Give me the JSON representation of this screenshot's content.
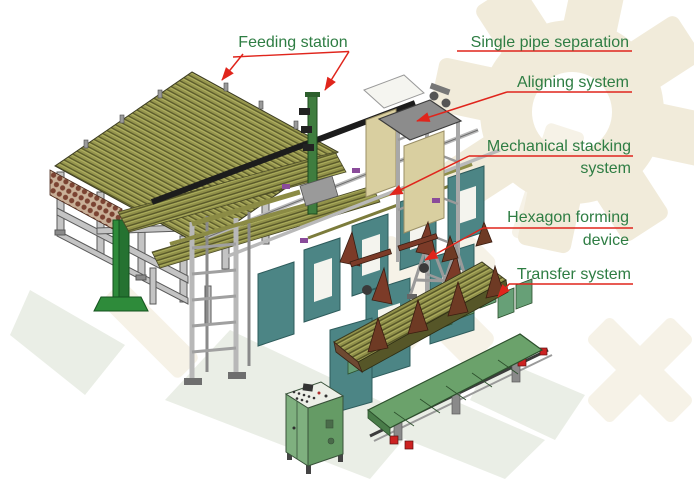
{
  "figure": {
    "description": "Isometric CAD illustration of an automatic pipe hexagonal bundling and stacking machine with annotated components",
    "labels": {
      "feeding": "Feeding station",
      "single_pipe": "Single pipe separation",
      "aligning": "Aligning system",
      "stacking_line1": "Mechanical stacking",
      "stacking_line2": "system",
      "hexagon_line1": "Hexagon forming",
      "hexagon_line2": "device",
      "transfer": "Transfer system"
    },
    "colors": {
      "label_text": "#2e7d43",
      "leader_line": "#e0251c",
      "pipe_olive": "#94944c",
      "panel_teal": "#4c8585",
      "conveyor_green": "#6ba26b",
      "cabinet_green": "#7fb07f",
      "pedestal_green": "#2e8b3a",
      "frame_gray": "#c4c4c4",
      "watermark_beige": "#f1ebda",
      "background": "#ffffff"
    }
  }
}
